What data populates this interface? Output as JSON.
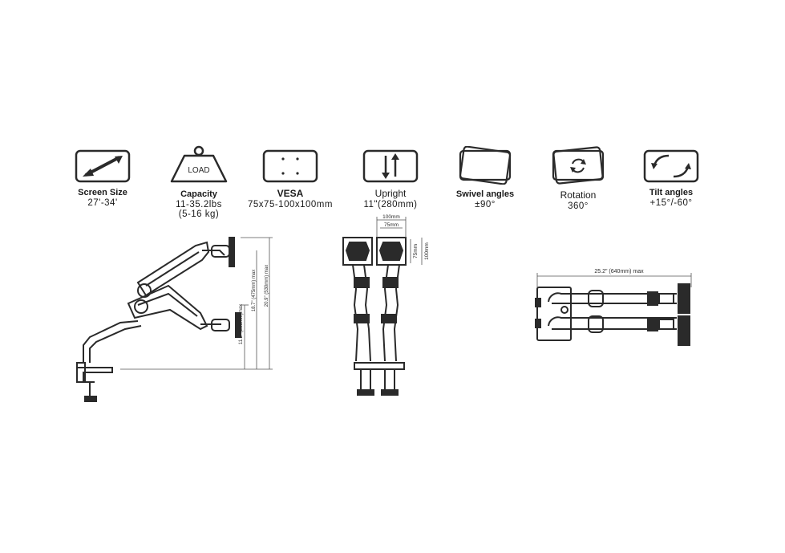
{
  "specs": [
    {
      "icon": "diagonal-arrow-icon",
      "title": "Screen Size",
      "value": "27'-34'"
    },
    {
      "icon": "weight-icon",
      "label": "LOAD",
      "title": "Capacity",
      "value": "11-35.2lbs",
      "value2": "(5-16 kg)"
    },
    {
      "icon": "vesa-plate-icon",
      "title": "VESA",
      "value": "75x75-100x100mm"
    },
    {
      "icon": "height-arrows-icon",
      "title": "Upright",
      "value": "11\"(280mm)"
    },
    {
      "icon": "swivel-icon",
      "title": "Swivel angles",
      "value": "±90°"
    },
    {
      "icon": "rotation-icon",
      "title": "Rotation",
      "value": "360°"
    },
    {
      "icon": "tilt-icon",
      "title": "Tilt angles",
      "value": "+15°/-60°"
    }
  ],
  "side_view": {
    "dim1": "11.2\" (285mm)max",
    "dim2": "18.7\" (475mm) max",
    "dim3": "20.9\" (530mm) max"
  },
  "front_view": {
    "dim_w100": "100mm",
    "dim_w75": "75mm",
    "dim_h75": "75mm",
    "dim_h100": "100mm"
  },
  "top_view": {
    "reach": "25.2\" (640mm) max"
  }
}
